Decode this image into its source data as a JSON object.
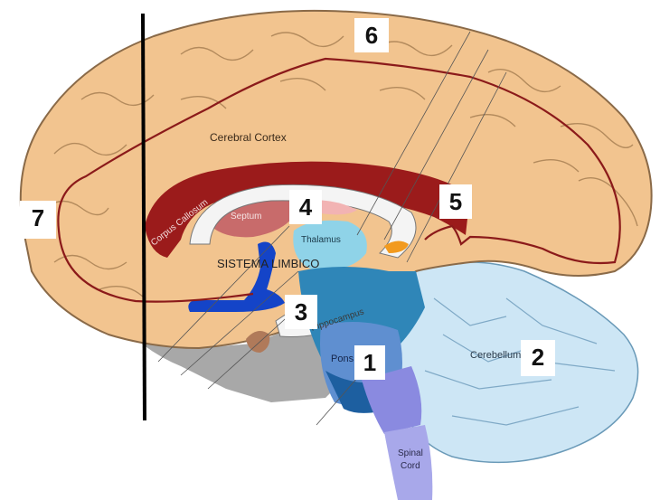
{
  "diagram": {
    "center_label": "SISTEMA LIMBICO",
    "structure_labels": {
      "cerebral_cortex": "Cerebral Cortex",
      "corpus_callosum": "Corpus Callosum",
      "septum": "Septum",
      "thalamus": "Thalamus",
      "hippocampus": "Hippocampus",
      "pons": "Pons",
      "cerebellum": "Cerebellum",
      "spinal": "Spinal",
      "cord": "Cord"
    },
    "numbers": [
      "1",
      "2",
      "3",
      "4",
      "5",
      "6",
      "7"
    ]
  },
  "colors": {
    "cortex": "#f2c48f",
    "cortex_outline": "#8a6a48",
    "corpus_callosum": "#9b1b1b",
    "septum": "#c86b6b",
    "limbic_outline": "#8b1a1a",
    "cerebellum": "#cde6f5",
    "brainstem_dark": "#1d5fa0",
    "brainstem_mid": "#2f86b8",
    "pons": "#5f8fd0",
    "medulla": "#8a8ae0",
    "spinal_cord": "#a8a8ea",
    "thalamus": "#8fd3e8",
    "fornix_blue": "#1444c8",
    "gray_matter": "#a8a8a8"
  }
}
